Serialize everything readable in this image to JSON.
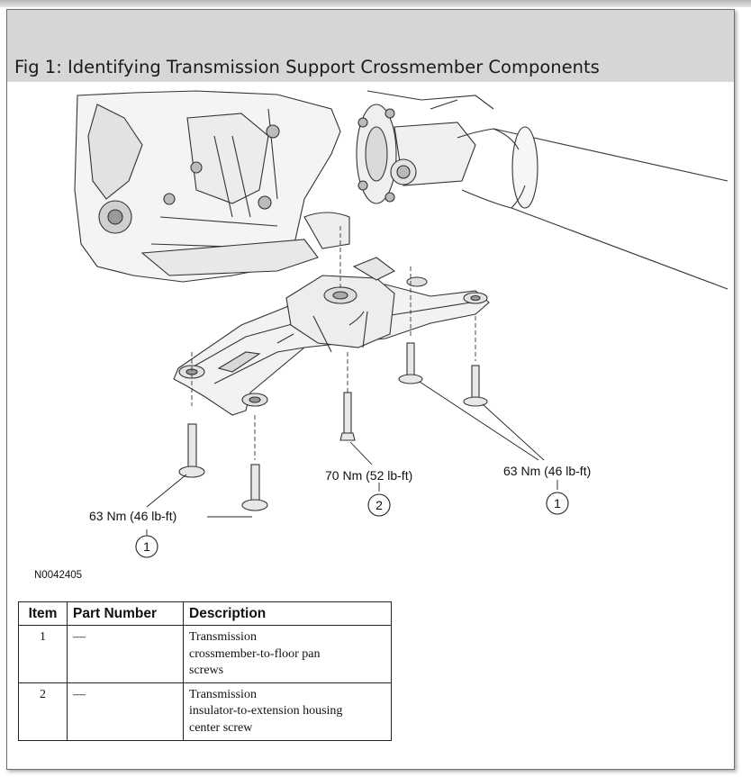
{
  "figure": {
    "caption": "Fig 1: Identifying Transmission Support Crossmember Components",
    "drawing_id": "N0042405",
    "callouts": [
      {
        "number": "1",
        "torque": "63 Nm (46 lb-ft)"
      },
      {
        "number": "2",
        "torque": "70 Nm (52 lb-ft)"
      },
      {
        "number": "1",
        "torque": "63 Nm (46 lb-ft)"
      }
    ]
  },
  "table": {
    "headers": [
      "Item",
      "Part Number",
      "Description"
    ],
    "rows": [
      {
        "item": "1",
        "part_number": "—",
        "description_lines": [
          "Transmission",
          "crossmember-to-floor pan",
          "screws"
        ]
      },
      {
        "item": "2",
        "part_number": "—",
        "description_lines": [
          "Transmission",
          "insulator-to-extension housing",
          "center screw"
        ]
      }
    ]
  }
}
